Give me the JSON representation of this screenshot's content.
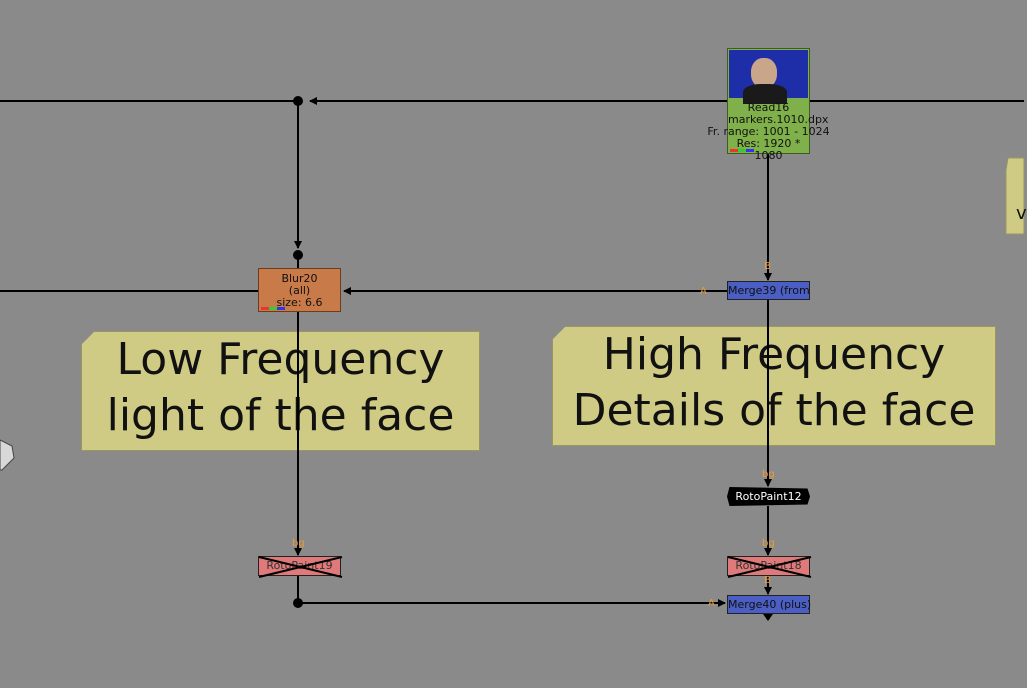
{
  "nodes": {
    "read16": {
      "name": "Read16",
      "file": "markers.1010.dpx",
      "frame_range": "Fr. range: 1001 - 1024",
      "resolution": "Res: 1920 * 1080",
      "color": "#7fb04a"
    },
    "blur20": {
      "name": "Blur20",
      "channels": "(all)",
      "size": "size: 6.6",
      "color": "#c87a48"
    },
    "merge39": {
      "name": "Merge39 (from",
      "color": "#4b5ec4"
    },
    "merge40": {
      "name": "Merge40 (plus)",
      "color": "#4b5ec4"
    },
    "rotopaint12": {
      "name": "RotoPaint12",
      "color": "#000000"
    },
    "rotopaint19": {
      "name": "RotoPaint19",
      "color": "#e07a7a",
      "disabled": true
    },
    "rotopaint18": {
      "name": "RotoPaint18",
      "color": "#e07a7a",
      "disabled": true
    }
  },
  "sticky_notes": [
    {
      "lines": [
        "Low Frequency",
        "light of the face"
      ]
    },
    {
      "lines": [
        "High Frequency",
        "Details of the face"
      ]
    }
  ],
  "input_labels": {
    "bg": "bg",
    "a": "A",
    "b": "B"
  },
  "colors": {
    "background": "#8a8a8a",
    "sticky": "#cfcb84",
    "pipe": "#000000",
    "input_label": "#e89a3c"
  }
}
